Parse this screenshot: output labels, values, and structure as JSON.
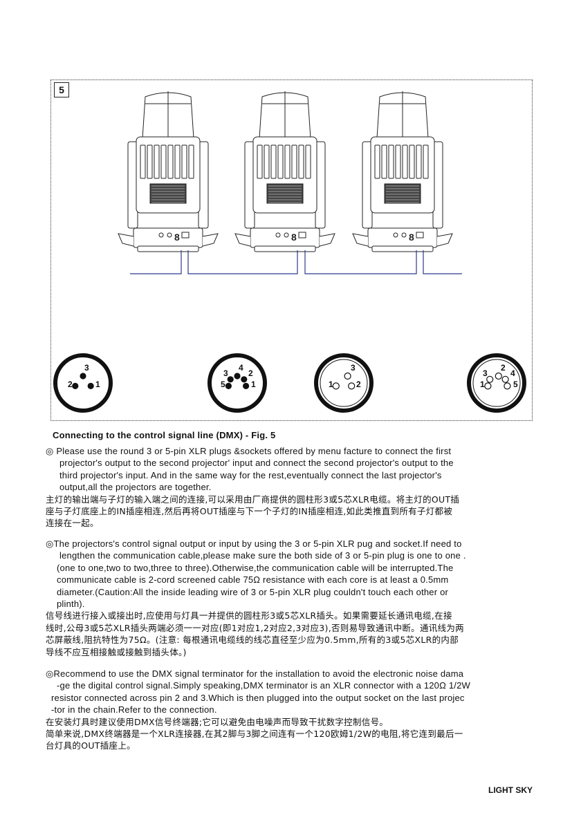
{
  "figure": {
    "number": "5",
    "connectors": [
      {
        "name": "3-pin male",
        "pins": [
          "3",
          "2",
          "1"
        ]
      },
      {
        "name": "5-pin male",
        "pins": [
          "4",
          "3",
          "2",
          "5",
          "1"
        ]
      },
      {
        "name": "3-pin female",
        "pins": [
          "3",
          "1",
          "2"
        ]
      },
      {
        "name": "5-pin female",
        "pins": [
          "2",
          "3",
          "4",
          "1",
          "5"
        ]
      }
    ]
  },
  "caption": "Connecting to the control signal line (DMX) - Fig. 5",
  "section1": {
    "en": [
      "◎ Please use the round 3 or 5-pin XLR plugs &sockets  offered by menu facture  to connect the  first",
      "projector's output to the second projector' input and connect the second projector's output  to the",
      "third projector's input. And in the same way for the rest,eventually connect  the last  projector's",
      "output,all the projectors are together."
    ],
    "cn": [
      "主灯的输出端与子灯的输入端之间的连接,可以采用由厂商提供的圆柱形3或5芯XLR电缆。将主灯的OUT插",
      "座与子灯底座上的IN插座相连,然后再将OUT插座与下一个子灯的IN插座相连,如此类推直到所有子灯都被",
      "连接在一起。"
    ]
  },
  "section2": {
    "en": [
      "◎The projectors's control signal  output or input by using the 3 or 5-pin XLR pug and socket.If need to",
      "lengthen the communication cable,please make sure the both side of  3 or 5-pin plug is one to one .",
      "(one to one,two to two,three to three).Otherwise,the communication cable will be interrupted.The",
      "communicate cable is  2-cord screened  cable 75Ω  resistance with each core is  at least a 0.5mm",
      "diameter.(Caution:All the inside leading wire of  3 or 5-pin XLR plug couldn't  touch each other or",
      "plinth)."
    ],
    "cn": [
      "信号线进行接入或接出时,应使用与灯具一并提供的圆柱形3或5芯XLR插头。如果需要延长通讯电缆,在接",
      "线时,公母3或5芯XLR插头两端必须一一对应(即1对应1,2对应2,3对应3),否则易导致通讯中断。通讯线为两",
      "芯屏蔽线,阻抗特性为75Ω。(注意: 每根通讯电缆线的线芯直径至少应为0.5mm,所有的3或5芯XLR的内部",
      "导线不应互相接触或接触到插头体。)"
    ]
  },
  "section3": {
    "en": [
      "◎Recommend to use the DMX signal terminator for the installation to avoid the electronic noise dama",
      "-ge the digital control signal.Simply speaking,DMX terminator is an XLR connector with a 120Ω  1/2W",
      "resistor connected across pin 2 and 3.Which is then plugged into the output socket on the last projec",
      "-tor in the chain.Refer to the connection."
    ],
    "cn": [
      "在安装灯具时建议使用DMX信号终端器;它可以避免由电噪声而导致干扰数字控制信号。",
      "简单来说,DMX终端器是一个XLR连接器,在其2脚与3脚之间连有一个120欧姆1/2W的电阻,将它连到最后一",
      "台灯具的OUT插座上。"
    ]
  },
  "footer": "LIGHT SKY"
}
